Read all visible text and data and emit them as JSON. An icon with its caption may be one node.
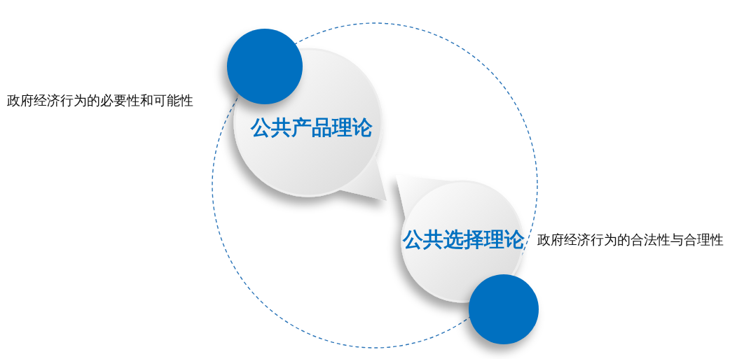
{
  "diagram": {
    "nodes": [
      {
        "text": [
          "公共产品理论"
        ]
      },
      {
        "text": [
          "公共选择理论"
        ]
      },
      {
        "text": [],
        "shape": "circle"
      },
      {
        "text": [],
        "shape": "circle"
      }
    ],
    "labels": [
      "政府经济行为的必要性和可能性",
      "政府经济行为的合法性与合理性"
    ]
  }
}
